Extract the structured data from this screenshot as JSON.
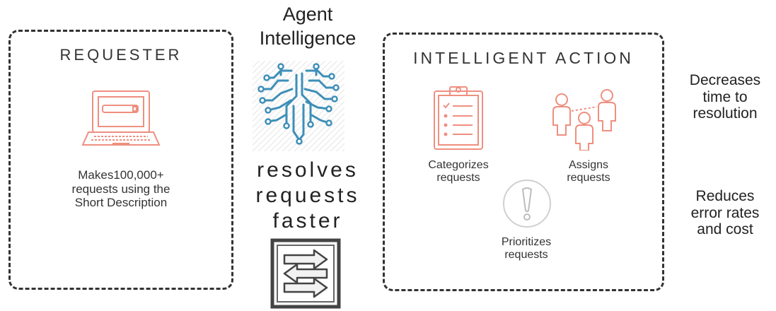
{
  "requester": {
    "title": "REQUESTER",
    "caption_lines": [
      "Makes100,000+",
      "requests using the",
      "Short Description"
    ],
    "icon": "laptop-icon"
  },
  "center": {
    "title_lines": [
      "Agent",
      "Intelligence"
    ],
    "slogan_lines": [
      "resolves",
      "requests",
      "faster"
    ],
    "brain_icon": "circuit-brain-icon",
    "arrows_icon": "interleaved-arrows-icon"
  },
  "action": {
    "title": "INTELLIGENT ACTION",
    "categorize_lines": [
      "Categorizes",
      "requests"
    ],
    "assign_lines": [
      "Assigns",
      "requests"
    ],
    "prioritize_lines": [
      "Prioritizes",
      "requests"
    ]
  },
  "benefits": {
    "time_lines": [
      "Decreases",
      "time to",
      "resolution"
    ],
    "error_lines": [
      "Reduces",
      "error rates",
      "and cost"
    ]
  },
  "colors": {
    "accent_coral": "#ef8f80",
    "brain_blue": "#3d8fb8",
    "border_dark": "#333333"
  }
}
